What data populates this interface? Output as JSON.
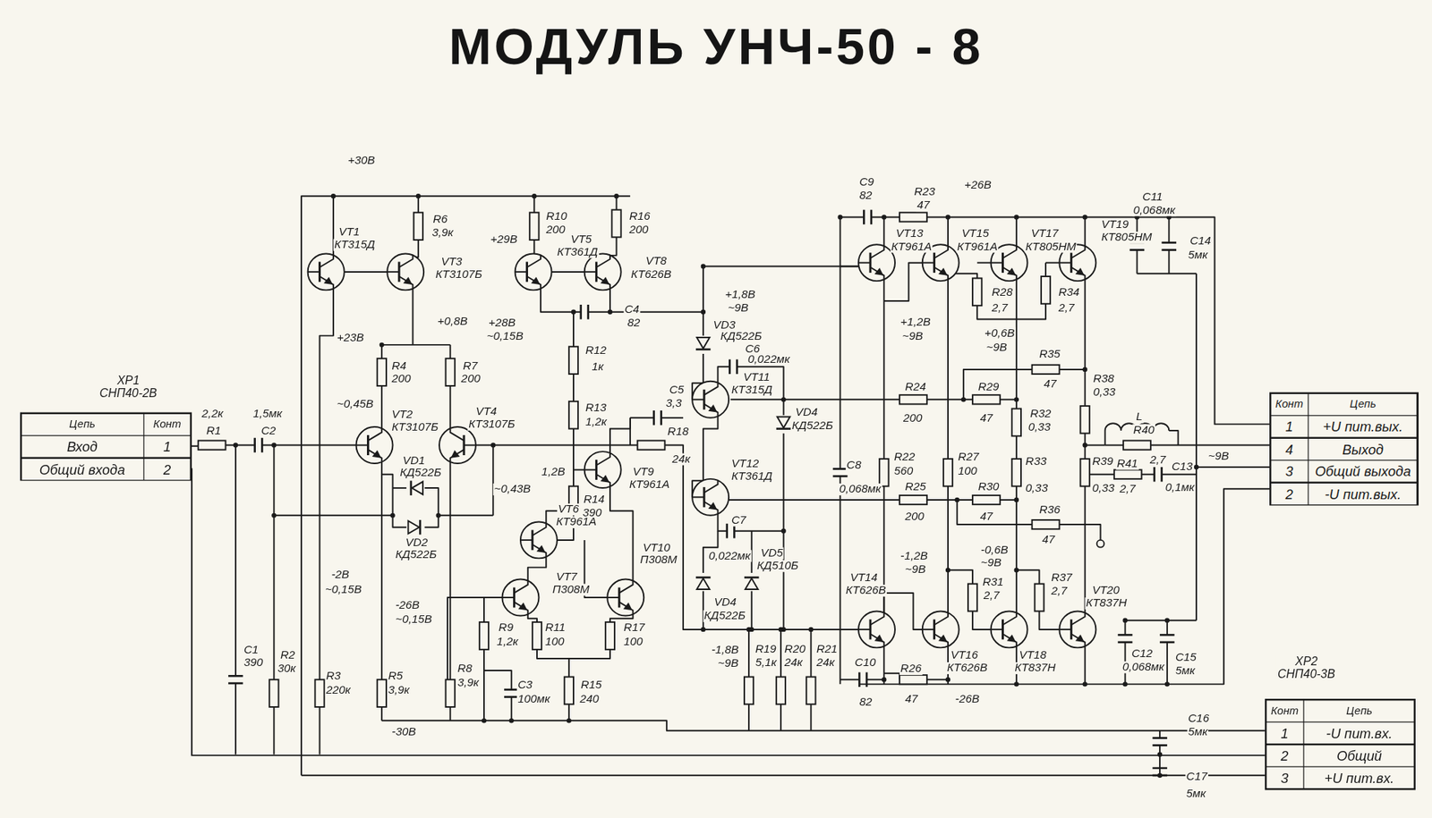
{
  "diagram": {
    "title": "МОДУЛЬ УНЧ-50 - 8",
    "nodes": [
      {
        "text": [
          "XP1",
          "СНП40-2В",
          "Цепь",
          "Конт",
          "Вход",
          "1",
          "Общий входа",
          "2"
        ]
      },
      {
        "text": [
          "Конт",
          "Цепь",
          "1",
          "+U пит.вых.",
          "4",
          "Выход",
          "3",
          "Общий выхода",
          "2",
          "-U пит.вых."
        ]
      },
      {
        "text": [
          "XP2",
          "СНП40-3В",
          "Конт",
          "Цепь",
          "1",
          "-U пит.вх.",
          "2",
          "Общий",
          "3",
          "+U пит.вх."
        ]
      }
    ],
    "edges": [
      {
        "from": 0,
        "to": 2,
        "arrow": "none"
      }
    ],
    "labels": [
      "+30В",
      "VT1",
      "КТ315Д",
      "R6",
      "3,9к",
      "VT3",
      "КТ3107Б",
      "R10",
      "200",
      "+29В",
      "VT5",
      "КТ361Д",
      "R16",
      "200",
      "VT8",
      "КТ626В",
      "+23В",
      "+0,8В",
      "+28В",
      "~0,15В",
      "C4",
      "82",
      "R4",
      "200",
      "R7",
      "200",
      "R12",
      "1к",
      "~0,45В",
      "VT2",
      "КТ3107Б",
      "VT4",
      "КТ3107Б",
      "R13",
      "1,2к",
      "C5",
      "3,3",
      "R18",
      "24к",
      "VD1",
      "КД522Б",
      "~0,43В",
      "VD2",
      "КД522Б",
      "1,2В",
      "VT9",
      "КТ961А",
      "R14",
      "390",
      "VT6",
      "КТ961А",
      "VT10",
      "П308М",
      "VT7",
      "П308М",
      "-2В",
      "~0,15В",
      "-26В",
      "~0,15В",
      "R9",
      "1,2к",
      "R11",
      "100",
      "R17",
      "100",
      "C3",
      "100мк",
      "R15",
      "240",
      "C1",
      "390",
      "R2",
      "30к",
      "R3",
      "220к",
      "R5",
      "3,9к",
      "R8",
      "3,9к",
      "-30В",
      "R1",
      "2,2к",
      "C2",
      "1,5мк",
      "+1,8В",
      "~9В",
      "VD3",
      "КД522Б",
      "C6",
      "0,022мк",
      "VT11",
      "КТ315Д",
      "VD4",
      "КД522Б",
      "VT12",
      "КТ361Д",
      "C7",
      "0,022мк",
      "VD5",
      "КД510Б",
      "VD4",
      "КД522Б",
      "-1,8В",
      "~9В",
      "R19",
      "5,1к",
      "R20",
      "24к",
      "R21",
      "24к",
      "C9",
      "82",
      "R23",
      "47",
      "+26В",
      "VT13",
      "КТ961А",
      "VT15",
      "КТ961А",
      "VT17",
      "КТ805НМ",
      "VT19",
      "КТ805НМ",
      "C11",
      "0,068мк",
      "C14",
      "5мк",
      "R28",
      "2,7",
      "R34",
      "2,7",
      "+1,2В",
      "~9В",
      "+0,6В",
      "~9В",
      "R35",
      "47",
      "R24",
      "200",
      "R29",
      "47",
      "R32",
      "0,33",
      "R38",
      "0,33",
      "L",
      "R40",
      "2,7",
      "~9В",
      "R22",
      "560",
      "R27",
      "100",
      "R33",
      "0,33",
      "R39",
      "0,33",
      "R41",
      "2,7",
      "C13",
      "0,1мк",
      "C8",
      "0,068мк",
      "R25",
      "200",
      "R30",
      "47",
      "R36",
      "47",
      "-1,2В",
      "~9В",
      "-0,6В",
      "~9В",
      "VT14",
      "КТ626В",
      "R31",
      "2,7",
      "R37",
      "2,7",
      "VT20",
      "КТ837Н",
      "VT16",
      "КТ626В",
      "VT18",
      "КТ837Н",
      "C10",
      "82",
      "R26",
      "47",
      "-26В",
      "C12",
      "0,068мк",
      "C15",
      "5мк",
      "C16",
      "5мк",
      "C17",
      "5мк"
    ]
  }
}
